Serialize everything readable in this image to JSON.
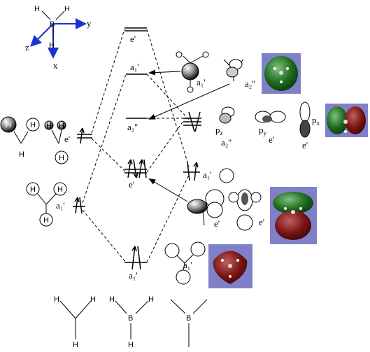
{
  "axes": {
    "y": "y",
    "z": "z",
    "x": "x",
    "atom_B": "B",
    "atom_H": "H"
  },
  "levels": {
    "e_prime_top": "e'",
    "a1_prime_upper": "a₁'",
    "a2_dprime": "a₂''",
    "e_prime_bonding": "e'",
    "a1_prime_bottom": "a₁'"
  },
  "left_fragment": {
    "e_prime": "e'",
    "a1_prime": "a₁'"
  },
  "right_fragment": {
    "a1_prime_upper_sym": "a₁'",
    "a2_dprime_sym": "a₂''",
    "pz_label": "p",
    "pz_sub": "z",
    "py_label": "p",
    "py_sub": "y",
    "px_label": "p",
    "px_sub": "x",
    "pz_sym": "a₂''",
    "py_sym": "e'",
    "px_sym": "e'",
    "a1_prime_level": "a₁'",
    "e_prime_sym_1": "e'",
    "e_prime_sym_2": "e'",
    "a1_prime_bottom_sym": "a₁'"
  },
  "colors": {
    "render_bg": "#8080c8",
    "lobe_green": "#1f6b1f",
    "lobe_red": "#7a1414"
  }
}
